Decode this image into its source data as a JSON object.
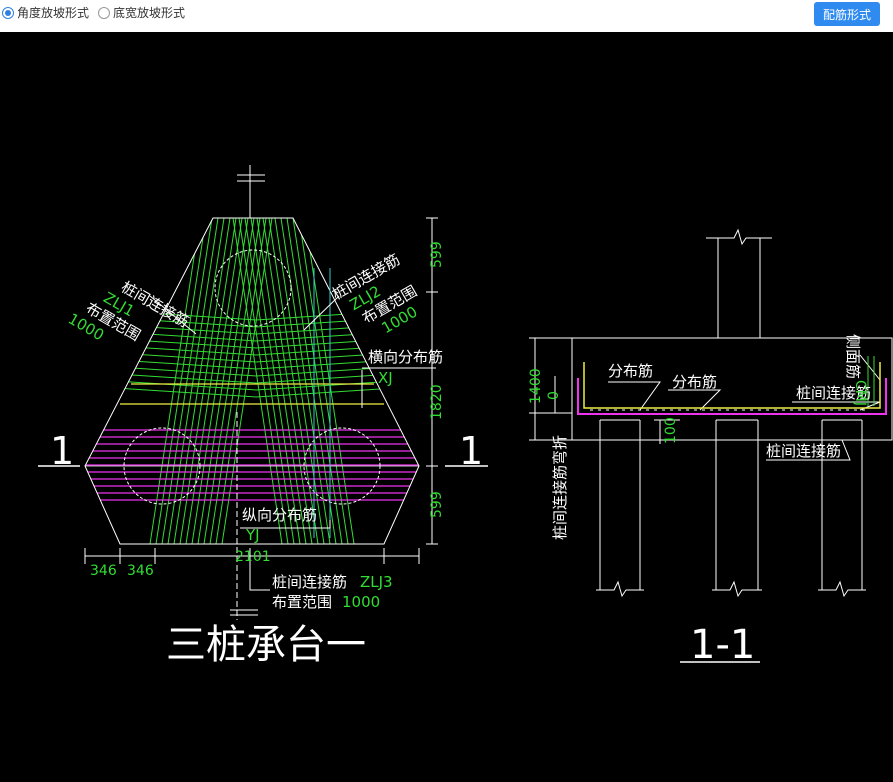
{
  "toolbar": {
    "radio_angle": "角度放坡形式",
    "radio_width": "底宽放坡形式",
    "selected": "angle",
    "rebar_button": "配筋形式"
  },
  "plan": {
    "title": "三桩承台一",
    "section_mark": "1",
    "zlj1_name": "桩间连接筋",
    "zlj1_code": "ZLJ1",
    "zlj1_range_label": "布置范围",
    "zlj1_range": "1000",
    "zlj2_name": "桩间连接筋",
    "zlj2_code": "ZLJ2",
    "zlj2_range_label": "布置范围",
    "zlj2_range": "1000",
    "xj_name": "横向分布筋",
    "xj_code": "XJ",
    "yj_name": "纵向分布筋",
    "yj_code": "YJ",
    "zlj3_name": "桩间连接筋",
    "zlj3_code": "ZLJ3",
    "zlj3_range_label": "布置范围",
    "zlj3_range": "1000",
    "dim_top": "599",
    "dim_mid": "1820",
    "dim_bottom": "599",
    "dim_left1": "346",
    "dim_left2": "346",
    "dim_width": "2101"
  },
  "section": {
    "title": "1-1",
    "dist_bar1": "分布筋",
    "dist_bar2": "分布筋",
    "side_bar": "侧面筋",
    "side_code": "CMJ",
    "link_bar1": "桩间连接筋",
    "link_bar2": "桩间连接筋",
    "bend_label": "桩间连接筋弯折",
    "dim_height": "1400",
    "dim_zero": "0",
    "dim_100": "100"
  },
  "colors": {
    "green": "#33dd33",
    "magenta": "#ee33ee",
    "yellow": "#eeee44",
    "cyan": "#33cccc",
    "white": "#ffffff",
    "accent": "#2f8bf0"
  }
}
